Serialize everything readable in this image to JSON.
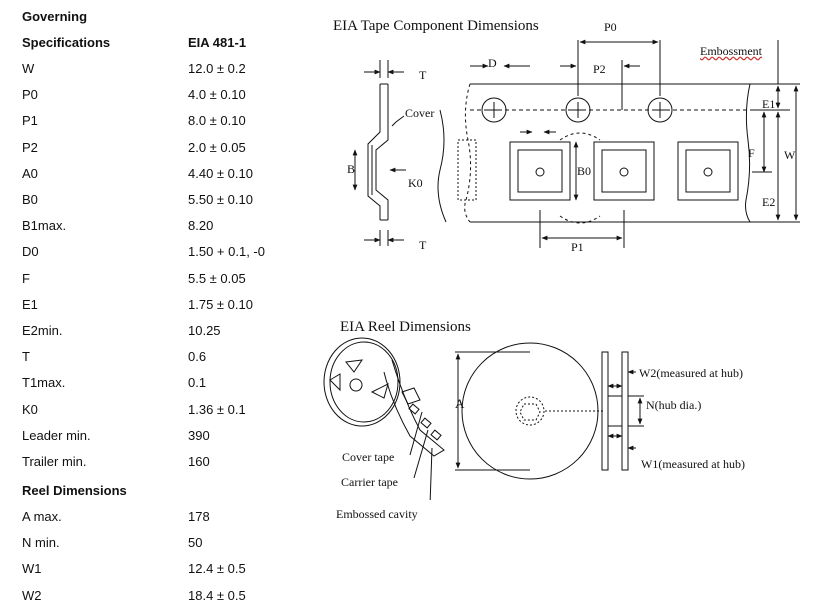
{
  "table": {
    "header1": "Governing",
    "header2_key": "Specifications",
    "header2_val": "EIA 481-1",
    "tape_rows": [
      {
        "k": "W",
        "v": "12.0 ± 0.2"
      },
      {
        "k": "P0",
        "v": "4.0 ± 0.10"
      },
      {
        "k": "P1",
        "v": "8.0 ± 0.10"
      },
      {
        "k": "P2",
        "v": "2.0 ± 0.05"
      },
      {
        "k": "A0",
        "v": "4.40 ± 0.10"
      },
      {
        "k": "B0",
        "v": "5.50 ± 0.10"
      },
      {
        "k": "B1max.",
        "v": "8.20"
      },
      {
        "k": "D0",
        "v": "1.50 + 0.1, -0"
      },
      {
        "k": "F",
        "v": "5.5 ± 0.05"
      },
      {
        "k": "E1",
        "v": "1.75 ± 0.10"
      },
      {
        "k": "E2min.",
        "v": "10.25"
      },
      {
        "k": "T",
        "v": "0.6"
      },
      {
        "k": "T1max.",
        "v": "0.1"
      },
      {
        "k": "K0",
        "v": "1.36 ± 0.1"
      },
      {
        "k": "Leader min.",
        "v": "390"
      },
      {
        "k": "Trailer min.",
        "v": "160"
      }
    ],
    "reel_header": "Reel Dimensions",
    "reel_rows": [
      {
        "k": "A max.",
        "v": "178"
      },
      {
        "k": "N min.",
        "v": "50"
      },
      {
        "k": "W1",
        "v": "12.4 ± 0.5"
      },
      {
        "k": "W2",
        "v": "18.4 ± 0.5"
      }
    ]
  },
  "tape_diagram": {
    "title": "EIA Tape Component Dimensions",
    "labels": {
      "T_top": "T",
      "T_bottom": "T",
      "cover": "Cover",
      "B": "B",
      "K0": "K0",
      "D": "D",
      "P0": "P0",
      "P2": "P2",
      "embossment": "Embossment",
      "E1": "E1",
      "F": "F",
      "W": "W",
      "E2": "E2",
      "B0": "B0",
      "P1": "P1"
    }
  },
  "reel_diagram": {
    "title": "EIA Reel Dimensions",
    "labels": {
      "A": "A",
      "W2": "W2(measured at hub)",
      "N": "N(hub dia.)",
      "W1": "W1(measured at hub)",
      "cover_tape": "Cover tape",
      "carrier_tape": "Carrier tape",
      "embossed_cavity": "Embossed cavity"
    }
  }
}
